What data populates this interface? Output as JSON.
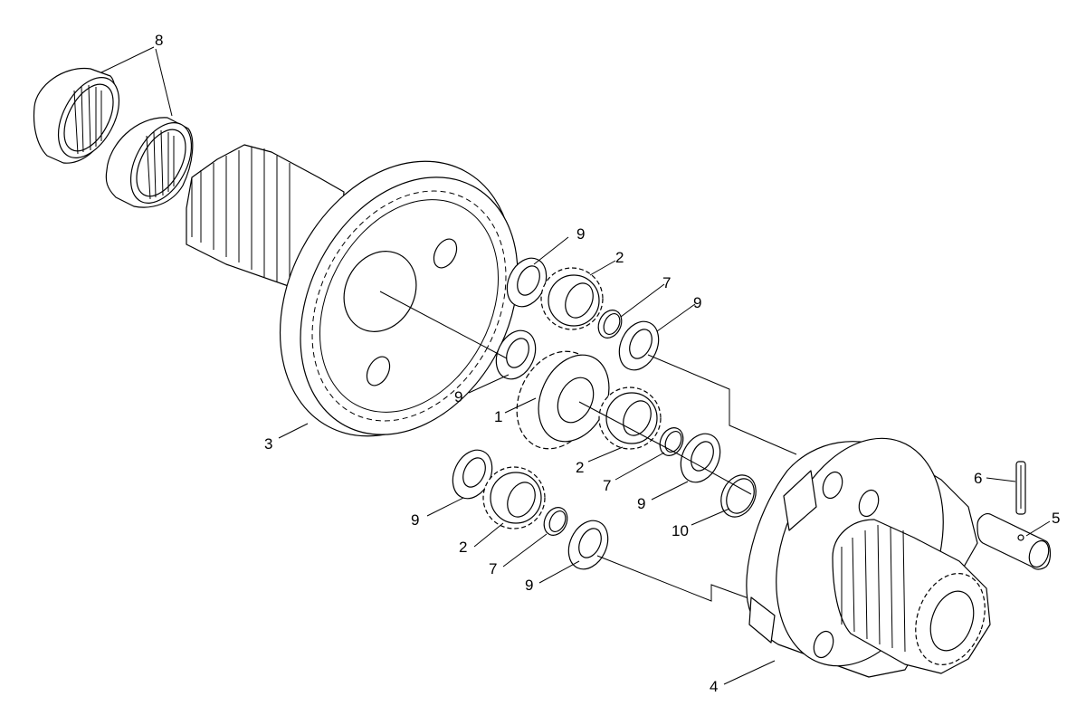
{
  "callouts": {
    "c1": "1",
    "c2a": "2",
    "c2b": "2",
    "c2c": "2",
    "c3": "3",
    "c4": "4",
    "c5": "5",
    "c6": "6",
    "c7a": "7",
    "c7b": "7",
    "c7c": "7",
    "c8": "8",
    "c9a": "9",
    "c9b": "9",
    "c9c": "9",
    "c9d": "9",
    "c9e": "9",
    "c9f": "9",
    "c10": "10"
  }
}
